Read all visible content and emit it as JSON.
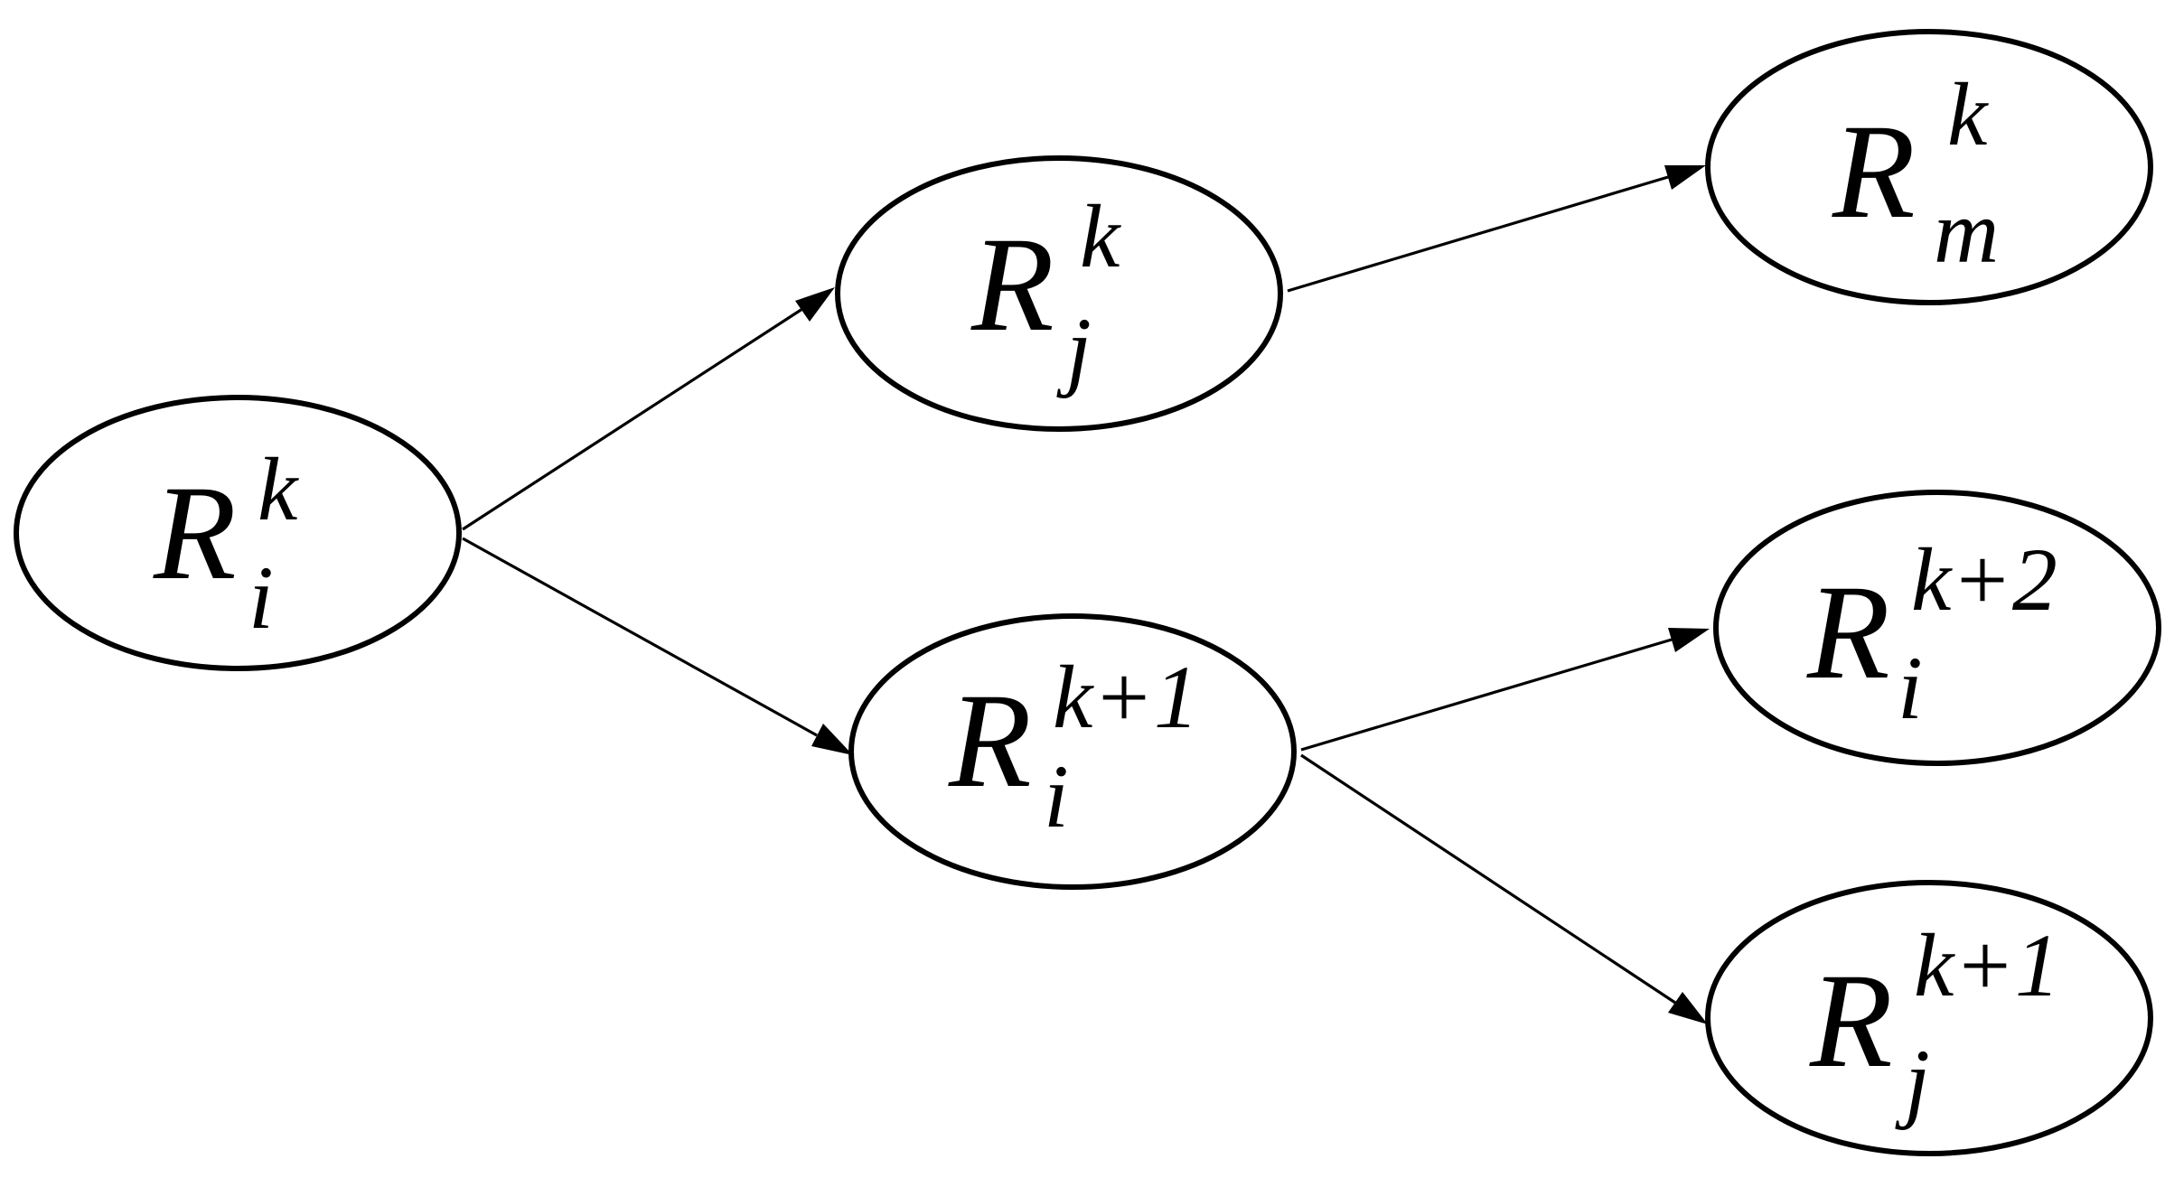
{
  "nodes": [
    {
      "id": "ri_k",
      "base": "R",
      "sub": "i",
      "sup": "k"
    },
    {
      "id": "rj_k",
      "base": "R",
      "sub": "j",
      "sup": "k"
    },
    {
      "id": "ri_k1",
      "base": "R",
      "sub": "i",
      "sup": "k+1"
    },
    {
      "id": "rm_k",
      "base": "R",
      "sub": "m",
      "sup": "k"
    },
    {
      "id": "ri_k2",
      "base": "R",
      "sub": "i",
      "sup": "k+2"
    },
    {
      "id": "rj_k1",
      "base": "R",
      "sub": "j",
      "sup": "k+1"
    }
  ],
  "edges": [
    {
      "from": "ri_k",
      "to": "rj_k"
    },
    {
      "from": "ri_k",
      "to": "ri_k1"
    },
    {
      "from": "rj_k",
      "to": "rm_k"
    },
    {
      "from": "ri_k1",
      "to": "ri_k2"
    },
    {
      "from": "ri_k1",
      "to": "rj_k1"
    }
  ]
}
